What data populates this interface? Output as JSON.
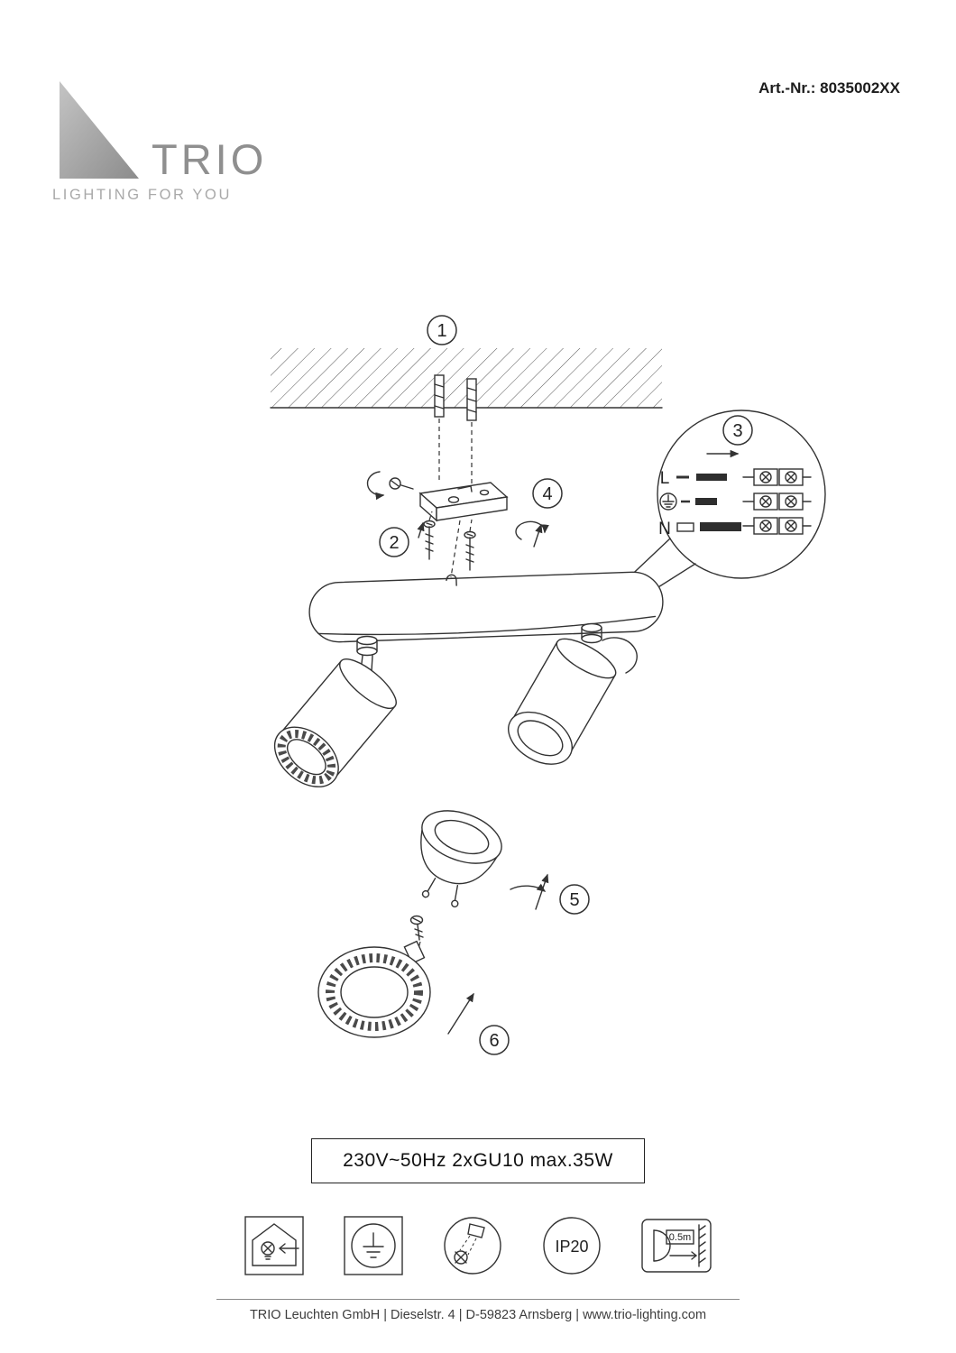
{
  "header": {
    "art_number": "Art.-Nr.: 8035002XX",
    "logo": {
      "title": "TRIO",
      "tagline": "LIGHTING FOR YOU"
    }
  },
  "diagram": {
    "steps": [
      "1",
      "2",
      "3",
      "4",
      "5",
      "6"
    ],
    "wiring": {
      "live": "L",
      "neutral": "N"
    }
  },
  "spec": {
    "text": "230V~50Hz  2xGU10 max.35W"
  },
  "icons": {
    "ip_rating": "IP20",
    "min_distance": "0.5m"
  },
  "footer": {
    "text": "TRIO Leuchten GmbH   |   Dieselstr. 4   |   D-59823 Arnsberg   |   www.trio-lighting.com"
  }
}
